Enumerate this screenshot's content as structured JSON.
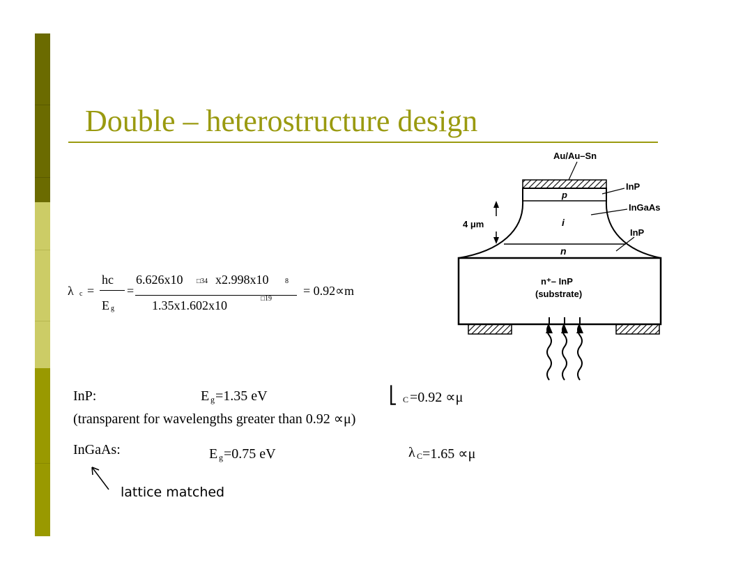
{
  "slide": {
    "title": "Double – heterostructure design",
    "accent_color": "#9a9a10"
  },
  "equation": {
    "lambda": "λ",
    "lambda_sub": "c",
    "eq1": "=",
    "eq2": "=",
    "frac1_num": "hc",
    "frac1_den": "E",
    "frac1_den_sub": "g",
    "frac2_num_a": "6.626x10",
    "frac2_num_exp": "□34",
    "frac2_num_b": "x2.998x10",
    "frac2_num_exp2": "8",
    "frac2_den": "1.35x1.602x10",
    "frac2_den_exp": "□19",
    "result": "= 0.92∝m"
  },
  "inp_row": {
    "material": "InP:",
    "eg_label": "E",
    "eg_sub": "g",
    "eg_value": "=1.35 eV",
    "lambda_symbol": "⎣",
    "lambda_sub": "C",
    "lambda_value": "=0.92 ∝μ",
    "note": "(transparent for wavelengths greater than 0.92 ∝μ)"
  },
  "ingaas_row": {
    "material": "InGaAs:",
    "eg_label": "E",
    "eg_sub": "g",
    "eg_value": "=0.75 eV",
    "lambda_symbol": "λ",
    "lambda_sub": "C",
    "lambda_value": "=1.65 ∝μ"
  },
  "annotation": {
    "text": "lattice matched"
  },
  "diagram": {
    "label_contact": "Au/Au–Sn",
    "label_inp_top": "InP",
    "label_ingaas": "InGaAs",
    "label_inp_bottom": "InP",
    "label_thickness": "4 μm",
    "layer_p": "p",
    "layer_i": "i",
    "layer_n": "n",
    "substrate_line1": "n⁺– InP",
    "substrate_line2": "(substrate)"
  }
}
